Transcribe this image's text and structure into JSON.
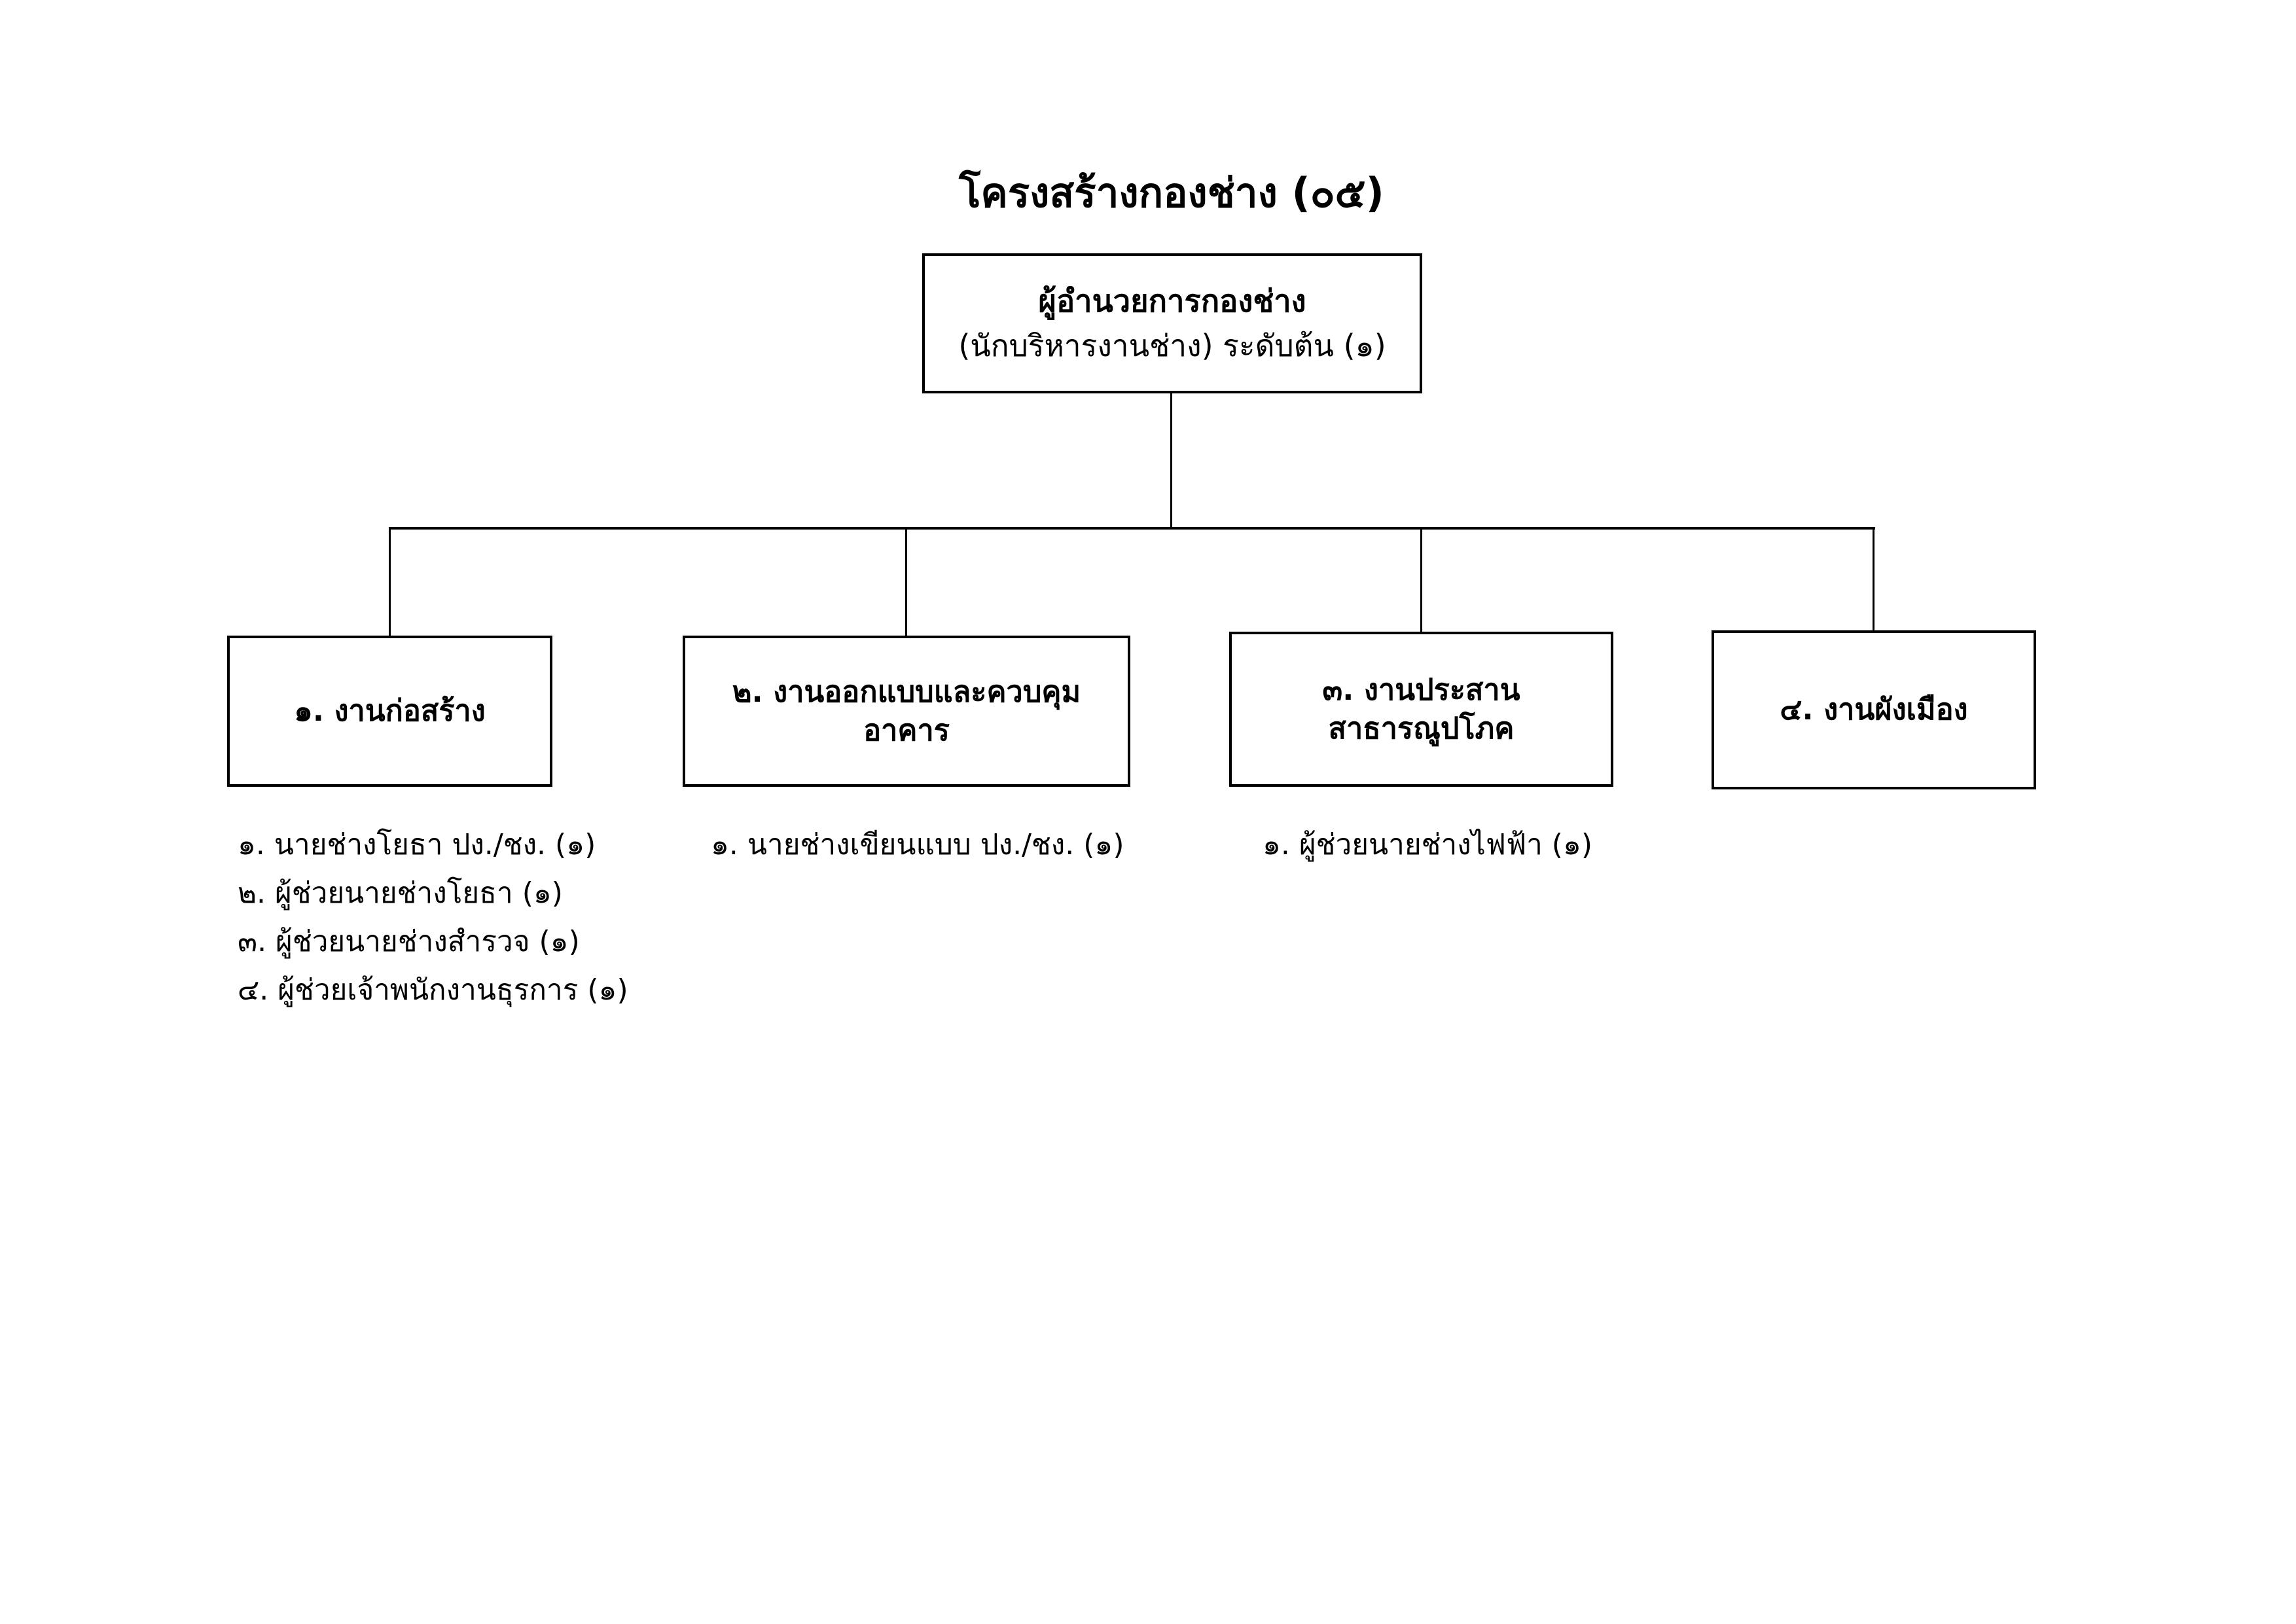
{
  "page": {
    "title": "โครงสร้างกองช่าง (๐๕)",
    "background_color": "#ffffff",
    "line_color": "#000000"
  },
  "org": {
    "root": {
      "title": "ผู้อำนวยการกองช่าง",
      "subtitle": "(นักบริหารงานช่าง) ระดับต้น (๑)"
    },
    "departments": [
      {
        "label": "๑. งานก่อสร้าง",
        "staff": [
          "๑. นายช่างโยธา ปง./ชง. (๑)",
          "๒. ผู้ช่วยนายช่างโยธา (๑)",
          "๓. ผู้ช่วยนายช่างสำรวจ (๑)",
          "๔. ผู้ช่วยเจ้าพนักงานธุรการ (๑)"
        ]
      },
      {
        "label": "๒. งานออกแบบและควบคุมอาคาร",
        "staff": [
          "๑. นายช่างเขียนแบบ ปง./ชง. (๑)"
        ]
      },
      {
        "label": "๓. งานประสานสาธารณูปโภค",
        "staff": [
          "๑. ผู้ช่วยนายช่างไฟฟ้า (๑)"
        ]
      },
      {
        "label": "๔. งานผังเมือง",
        "staff": []
      }
    ]
  }
}
